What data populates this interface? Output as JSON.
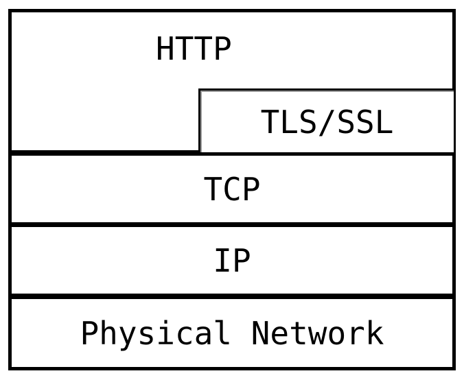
{
  "diagram": {
    "layers": {
      "http": "HTTP",
      "tls": "TLS/SSL",
      "tcp": "TCP",
      "ip": "IP",
      "physical": "Physical Network"
    }
  }
}
